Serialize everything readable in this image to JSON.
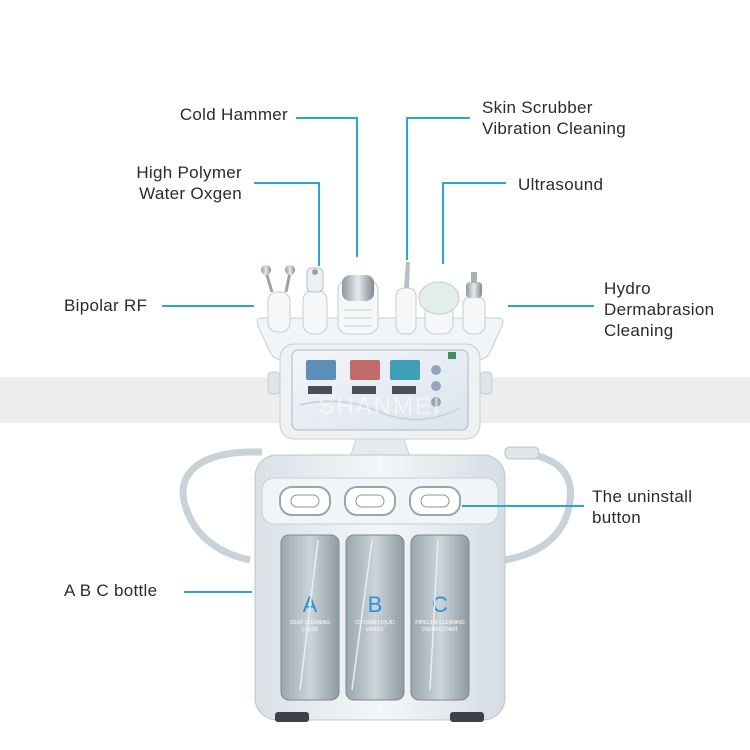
{
  "labels": {
    "cold_hammer": "Cold Hammer",
    "skin_scrubber_line1": "Skin Scrubber",
    "skin_scrubber_line2": "Vibration Cleaning",
    "high_polymer_line1": "High Polymer",
    "high_polymer_line2": "Water Oxgen",
    "ultrasound": "Ultrasound",
    "bipolar_rf": "Bipolar RF",
    "hydro_line1": "Hydro",
    "hydro_line2": "Dermabrasion",
    "hydro_line3": "Cleaning",
    "uninstall_line1": "The uninstall",
    "uninstall_line2": "button",
    "abc_bottle": "A B C bottle"
  },
  "bottles": [
    {
      "letter": "A",
      "caption_line1": "DEEP CLEANING",
      "caption_line2": "LIQUID"
    },
    {
      "letter": "B",
      "caption_line1": "OXYGEN LIQUID",
      "caption_line2": "WATER"
    },
    {
      "letter": "C",
      "caption_line1": "PIPELINE CLEANING",
      "caption_line2": "DISINFECTANT"
    }
  ],
  "watermark": "SHANMEI",
  "colors": {
    "leader_line": "#2aa3d8",
    "band": "#eeeeee",
    "machine_body": "#e8edf1",
    "accent_blue": "#2f8fd0"
  }
}
